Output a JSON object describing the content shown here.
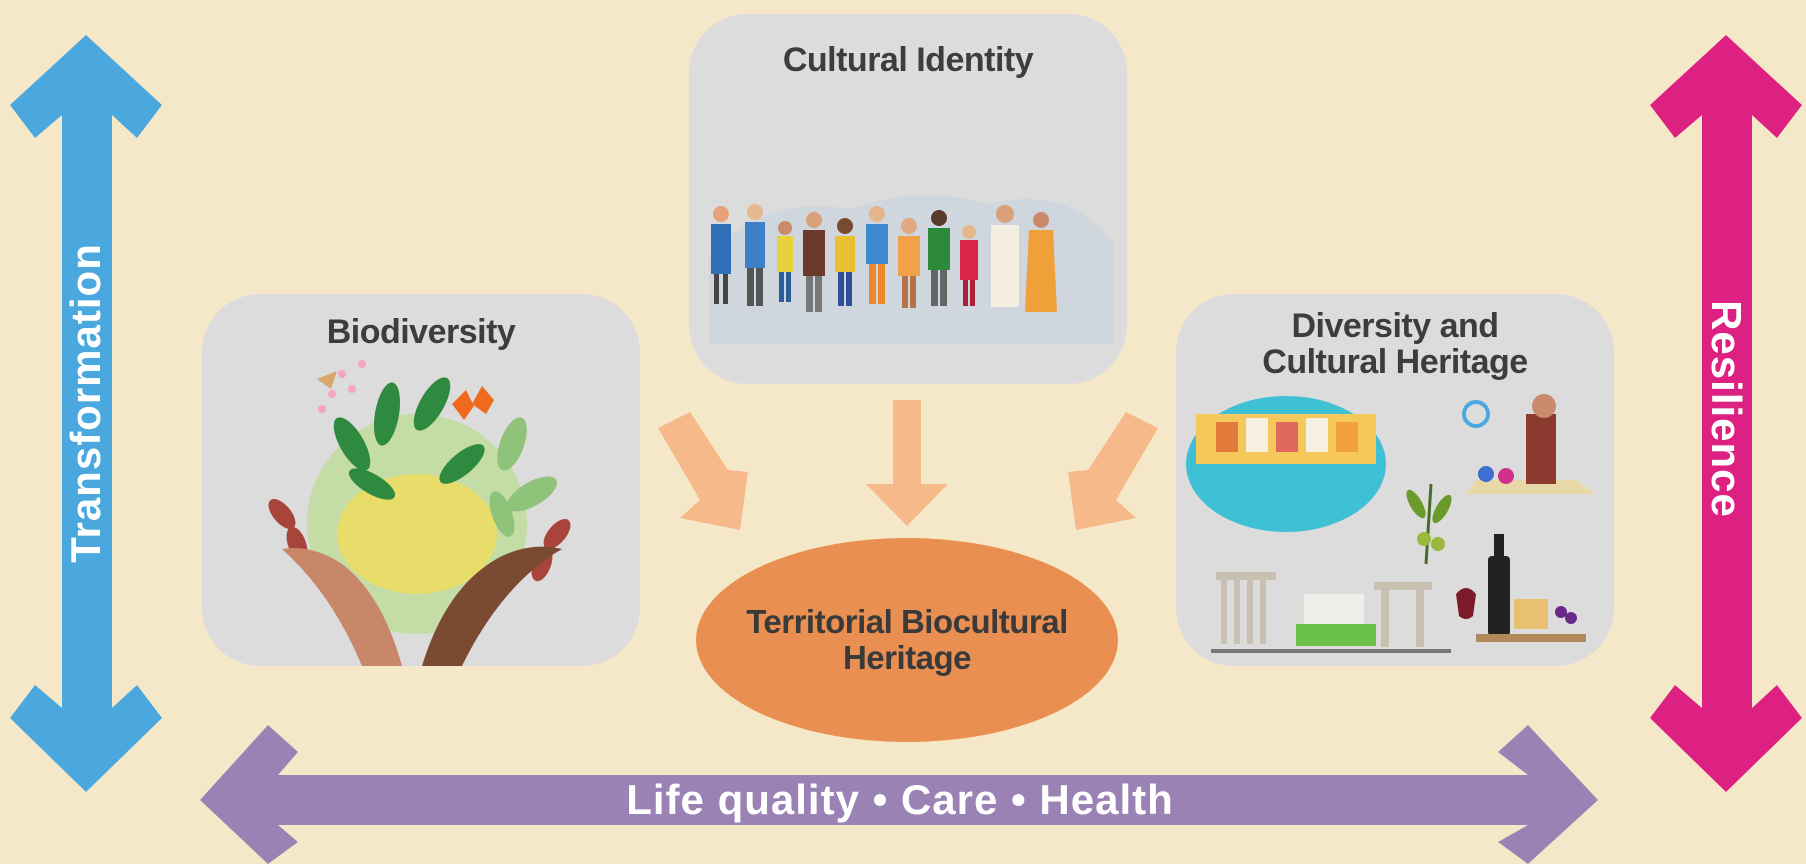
{
  "nodes": {
    "cultural_identity": "Cultural Identity",
    "biodiversity": "Biodiversity",
    "diversity_heritage_line1": "Diversity and",
    "diversity_heritage_line2": "Cultural Heritage",
    "center_line1": "Territorial Biocultural",
    "center_line2": "Heritage"
  },
  "axes": {
    "left": "Transformation",
    "right": "Resilience",
    "bottom": "Life quality • Care • Health"
  },
  "icons": {
    "cultural_identity": "diverse-people-group-illustration",
    "biodiversity": "hands-holding-plants-illustration",
    "diversity_heritage": [
      "coastal-town-icon",
      "scientist-microscope-icon",
      "olive-branch-icon",
      "ancient-ruins-icon",
      "wine-cheese-icon"
    ]
  },
  "colors": {
    "background": "#f5e8c8",
    "box": "#dcdcdc",
    "center": "#e98f52",
    "flow_arrow": "#f6b98a",
    "transformation": "#4aa8df",
    "resilience": "#dc2182",
    "bottom_axis": "#9a82b4"
  }
}
